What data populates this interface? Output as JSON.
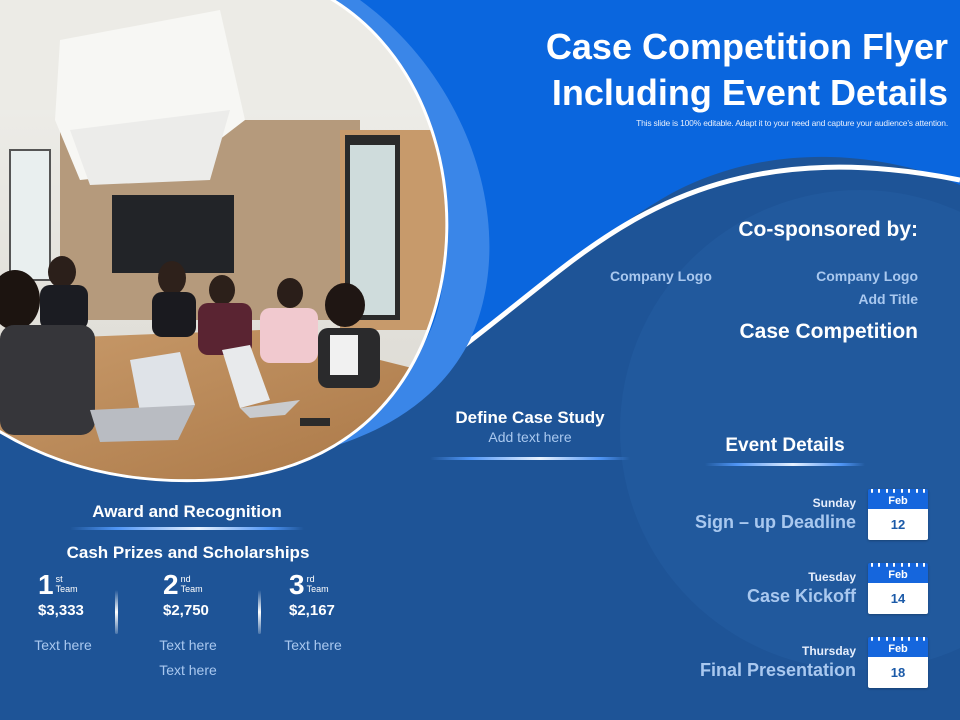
{
  "header": {
    "title_line1": "Case Competition Flyer",
    "title_line2": "Including Event Details",
    "subtitle": "This slide is 100% editable. Adapt it to your need and capture your audience’s attention."
  },
  "sponsors": {
    "heading": "Co-sponsored by:",
    "logo_left": "Company Logo",
    "logo_right": "Company Logo",
    "add_title": "Add Title",
    "competition": "Case Competition"
  },
  "define_case": {
    "heading": "Define Case Study",
    "text": "Add text here"
  },
  "event_details": {
    "heading": "Event Details",
    "events": [
      {
        "day": "Sunday",
        "name": "Sign – up Deadline",
        "month": "Feb",
        "date": "12"
      },
      {
        "day": "Tuesday",
        "name": "Case Kickoff",
        "month": "Feb",
        "date": "14"
      },
      {
        "day": "Thursday",
        "name": "Final Presentation",
        "month": "Feb",
        "date": "18"
      }
    ]
  },
  "awards": {
    "heading": "Award and Recognition",
    "subheading": "Cash Prizes and Scholarships",
    "prizes": [
      {
        "rank": "1",
        "suffix": "st",
        "team": "Team",
        "amount": "$3,333",
        "text": [
          "Text here"
        ]
      },
      {
        "rank": "2",
        "suffix": "nd",
        "team": "Team",
        "amount": "$2,750",
        "text": [
          "Text here",
          "Text here"
        ]
      },
      {
        "rank": "3",
        "suffix": "rd",
        "team": "Team",
        "amount": "$2,167",
        "text": [
          "Text here"
        ]
      }
    ]
  },
  "icons": {
    "calendar": "calendar-icon",
    "photo": "meeting-photo"
  },
  "colors": {
    "bright_blue": "#0a66de",
    "dark_blue": "#1e5497",
    "light_accent": "#a9c8ef",
    "mid_blue_band": "#3a86e8"
  }
}
